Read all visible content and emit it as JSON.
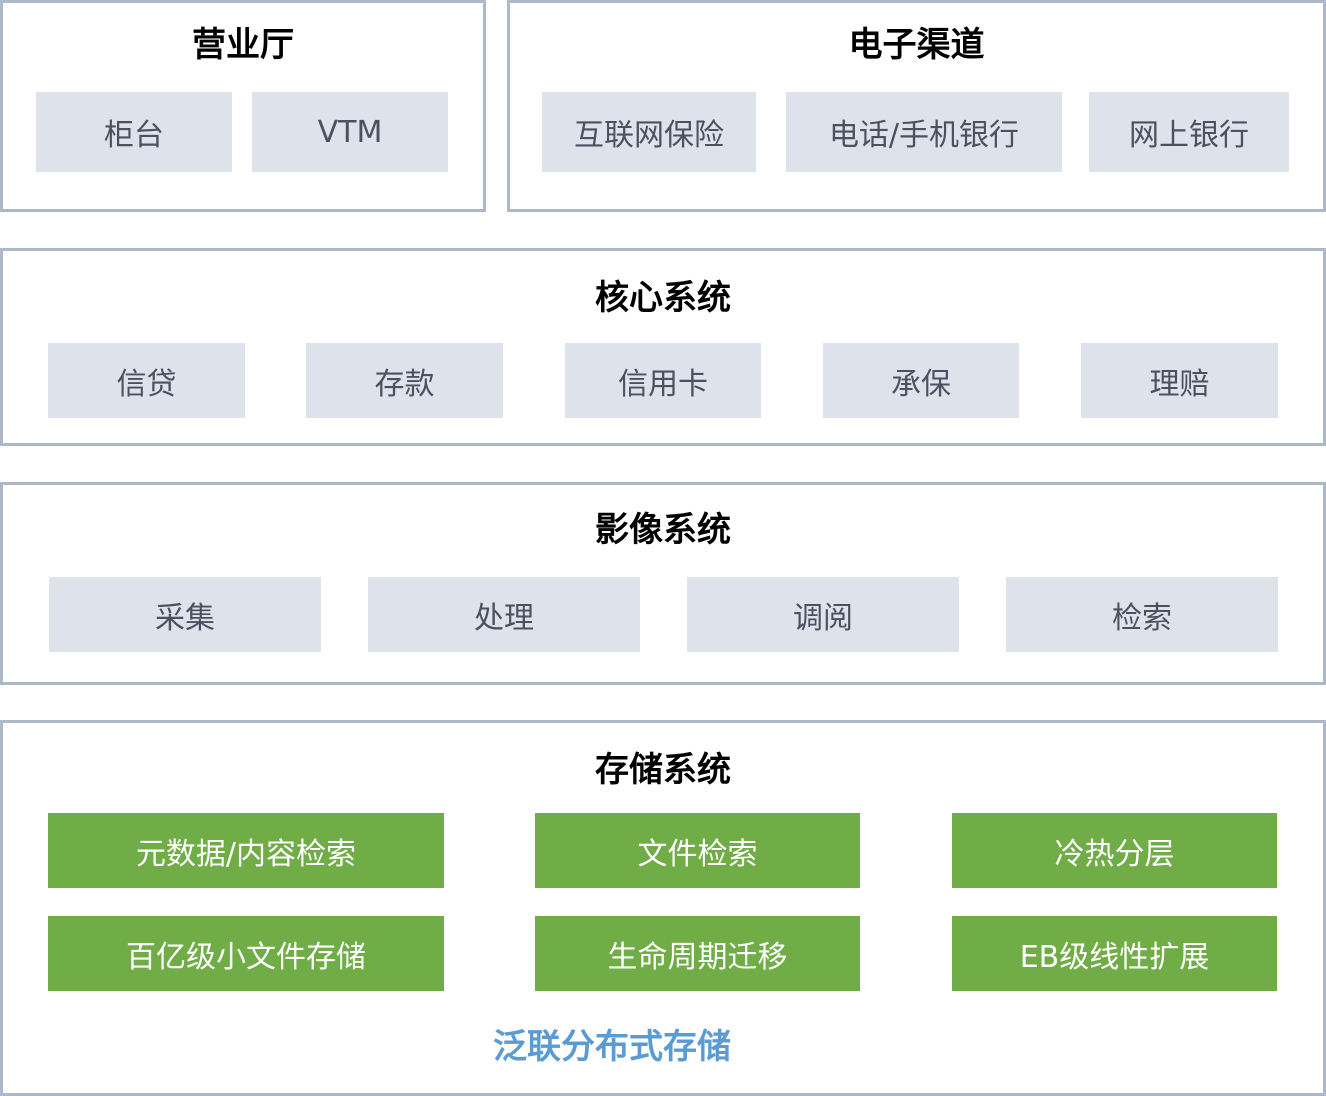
{
  "sections": {
    "hall": {
      "title": "营业厅",
      "items": [
        "柜台",
        "VTM"
      ]
    },
    "electronic": {
      "title": "电子渠道",
      "items": [
        "互联网保险",
        "电话/手机银行",
        "网上银行"
      ]
    },
    "core": {
      "title": "核心系统",
      "items": [
        "信贷",
        "存款",
        "信用卡",
        "承保",
        "理赔"
      ]
    },
    "imaging": {
      "title": "影像系统",
      "items": [
        "采集",
        "处理",
        "调阅",
        "检索"
      ]
    },
    "storage": {
      "title": "存储系统",
      "items": [
        "元数据/内容检索",
        "文件检索",
        "冷热分层",
        "百亿级小文件存储",
        "生命周期迁移",
        "EB级线性扩展"
      ],
      "footer": "泛联分布式存储"
    }
  },
  "colors": {
    "tile": "#dee2ea",
    "green": "#70ad47",
    "accent": "#5b9bd5",
    "border": "#adb8c9"
  }
}
